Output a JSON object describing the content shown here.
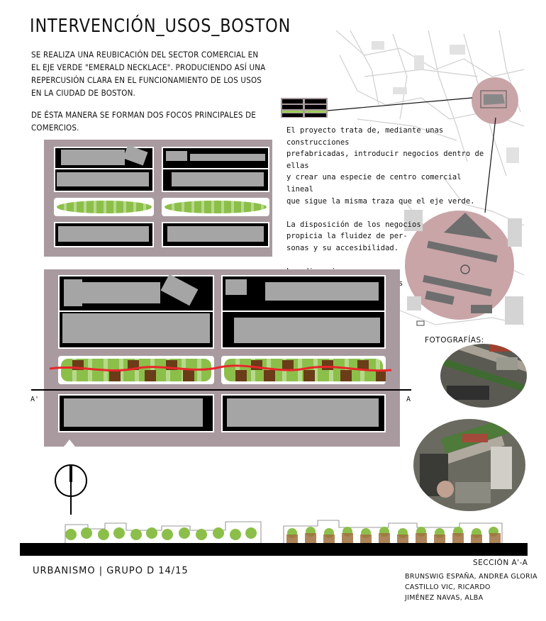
{
  "title": "INTERVENCIÓN_USOS_BOSTON",
  "intro": {
    "paragraph1": "SE REALIZA UNA REUBICACIÓN DEL SECTOR COMERCIAL EN EL EJE VERDE \"EMERALD NECKLACE\". PRODUCIENDO ASÍ UNA REPERCUSIÓN CLARA EN EL FUNCIONAMIENTO DE LOS USOS EN LA CIUDAD DE BOSTON.",
    "paragraph2": "DE ÉSTA MANERA SE FORMAN DOS FOCOS PRINCIPALES DE COMERCIOS."
  },
  "description": {
    "paragraph1": "El proyecto trata de, mediante unas construcciones\nprefabricadas, introducir negocios dentro de ellas\ny crear una especie de centro comercial lineal\nque sigue la misma traza que el eje verde.",
    "paragraph2": "La disposición de los negocios\npropicia la fluidez de per-\nsonas y su accesibilidad.",
    "paragraph3": "Las dimensiones no su-\nperan las de los edificios\ncolindantes."
  },
  "section_markers": {
    "left": "A'",
    "right": "A"
  },
  "photos_label": "FOTOGRAFÍAS:",
  "footer": {
    "course": "URBANISMO | GRUPO D 14/15",
    "section": "SECCIÓN A'-A",
    "authors": [
      "BRUNSWIG ESPAÑA, ANDREA GLORIA",
      "CASTILLO VIC, RICARDO",
      "JIMÉNEZ NAVAS, ALBA"
    ]
  },
  "colors": {
    "panel": "#a99aa0",
    "tree": "#8cbf4a",
    "shop": "#6a3c18",
    "circle": "#c9a5a8",
    "redline": "#e8262a"
  }
}
